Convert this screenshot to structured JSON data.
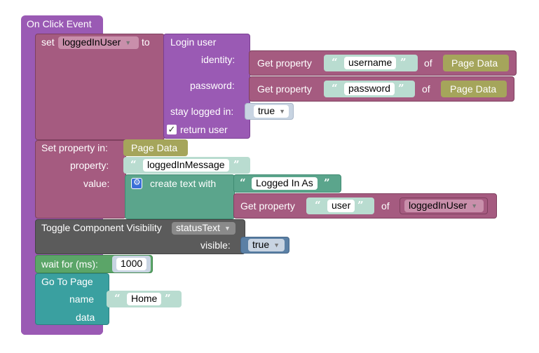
{
  "event": {
    "title": "On Click Event"
  },
  "set_block": {
    "set_label": "set",
    "variable": "loggedInUser",
    "to_label": "to"
  },
  "login": {
    "title": "Login user",
    "identity_label": "identity:",
    "password_label": "password:",
    "stay_label": "stay logged in:",
    "stay_value": "true",
    "return_label": "return user",
    "return_checked": true
  },
  "get_username": {
    "label": "Get property",
    "key": "username",
    "of_label": "of",
    "target": "Page Data"
  },
  "get_password": {
    "label": "Get property",
    "key": "password",
    "of_label": "of",
    "target": "Page Data"
  },
  "set_property": {
    "title": "Set property in:",
    "target": "Page Data",
    "property_label": "property:",
    "property_value": "loggedInMessage",
    "value_label": "value:"
  },
  "create_text": {
    "label": "create text with",
    "item1": "Logged In As"
  },
  "get_user": {
    "label": "Get property",
    "key": "user",
    "of_label": "of",
    "target": "loggedInUser"
  },
  "toggle": {
    "title": "Toggle Component Visibility",
    "component": "statusText",
    "visible_label": "visible:",
    "visible_value": "true"
  },
  "wait": {
    "label": "wait for (ms):",
    "value": "1000"
  },
  "goto": {
    "title": "Go To Page",
    "name_label": "name",
    "name_value": "Home",
    "data_label": "data"
  },
  "colors": {
    "event": "#9a5ab4",
    "set": "#a55b80",
    "login": "#9a5ab4",
    "text": "#5ba58c",
    "text_light": "#b9dcd0",
    "logic": "#5b80a5",
    "logic_light": "#c8d4e2",
    "page_data": "#a5a55b",
    "toggle": "#5b5b5b",
    "wait": "#5ba568",
    "goto": "#3aa0a0",
    "gear": "#3a6fd8"
  }
}
